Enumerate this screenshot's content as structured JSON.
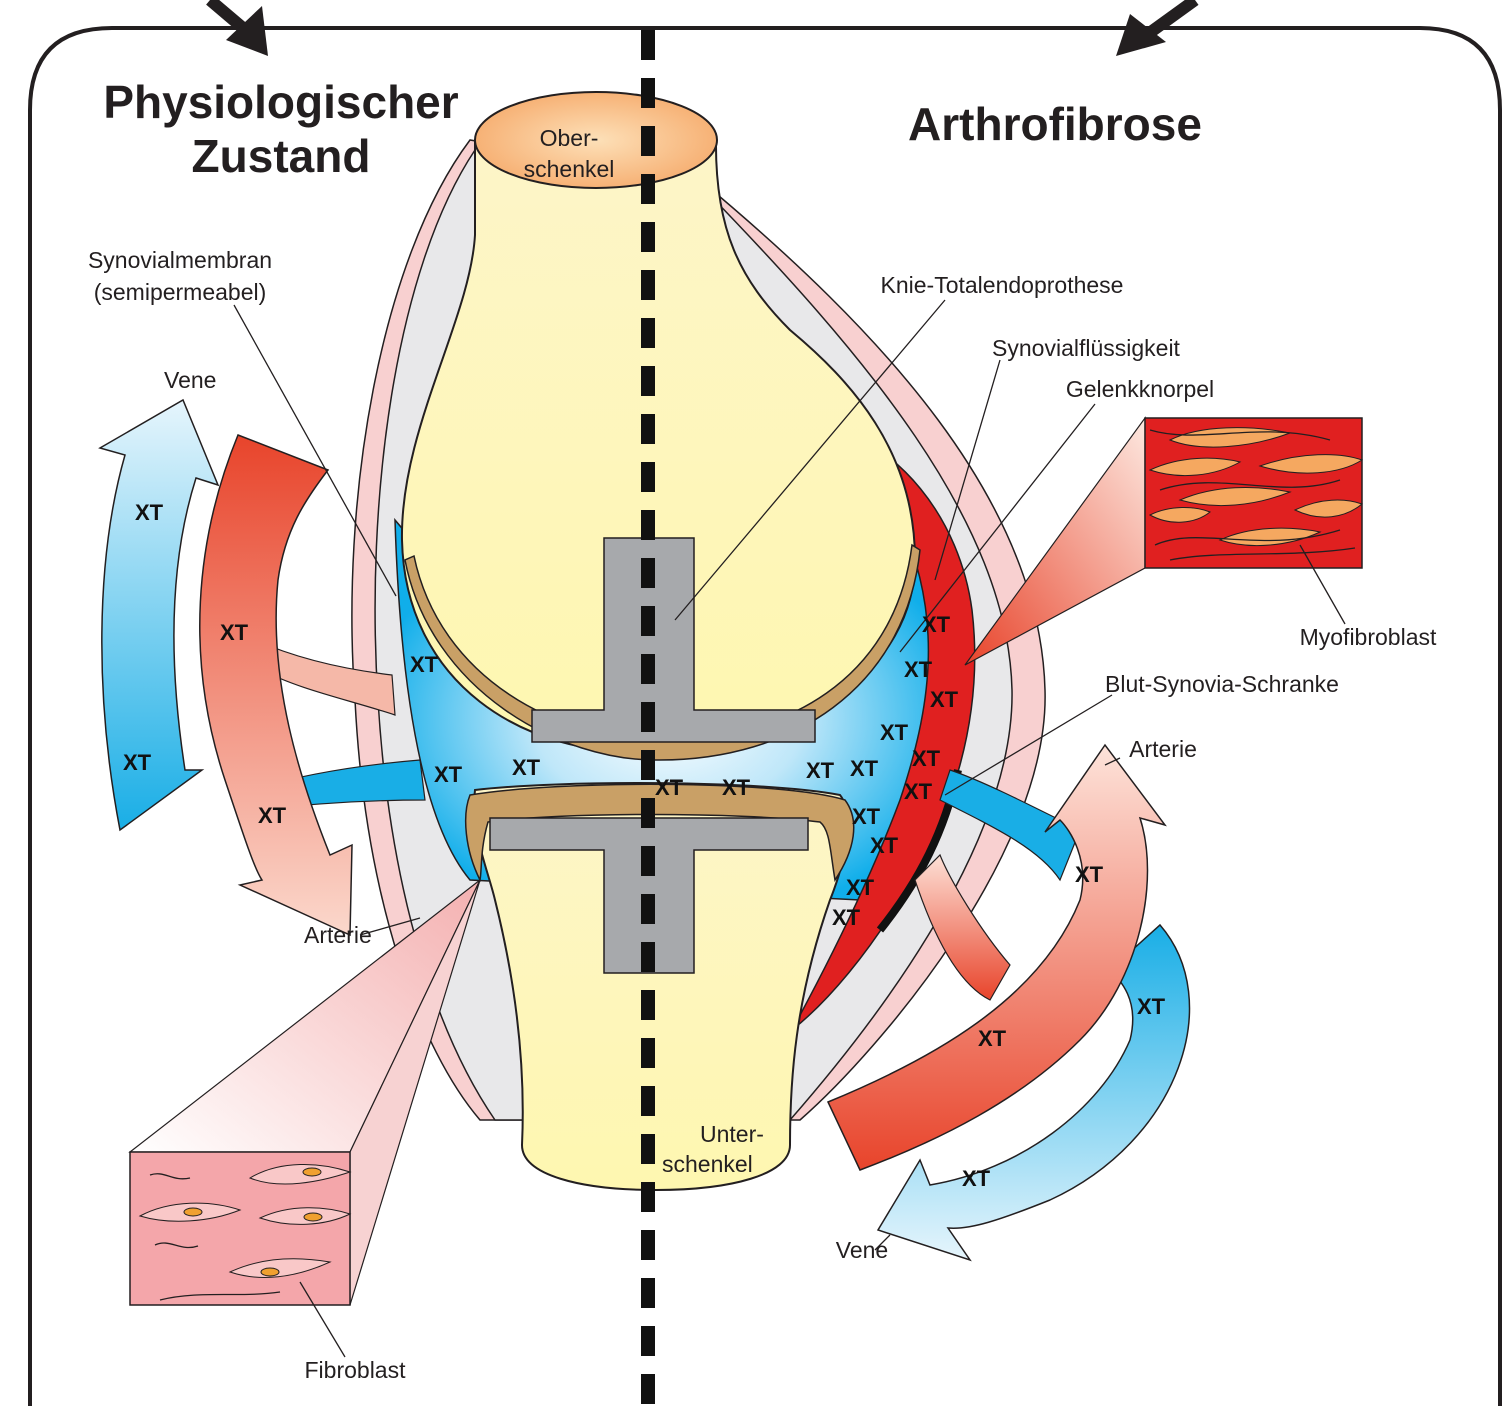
{
  "titles": {
    "left": [
      "Physiologischer",
      "Zustand"
    ],
    "right": "Arthrofibrose"
  },
  "bones": {
    "femur": [
      "Ober-",
      "schenkel"
    ],
    "tibia": [
      "Unter-",
      "schenkel"
    ]
  },
  "labels": {
    "synovial_membrane": [
      "Synovialmembran",
      "(semipermeabel)"
    ],
    "vein_left": "Vene",
    "artery_left": "Arterie",
    "fibroblast": "Fibroblast",
    "prosthesis": "Knie-Totalendoprothese",
    "synovial_fluid": "Synovialflüssigkeit",
    "cartilage": "Gelenkknorpel",
    "myofibroblast": "Myofibroblast",
    "blood_barrier": "Blut-Synovia-Schranke",
    "artery_right": "Arterie",
    "vein_right": "Vene"
  },
  "marker": "XT",
  "colors": {
    "bone": "#fdf6c3",
    "bone_end": "#f7b57a",
    "cartilage": "#c9a066",
    "synovia": "#16b0ea",
    "fibrosis": "#e02020",
    "prosthesis": "#a7a9ac",
    "capsule_pink": "#f5c6c6",
    "capsule_grey": "#e8e8ea",
    "artery": "#e8442b",
    "vein": "#19aee6"
  }
}
